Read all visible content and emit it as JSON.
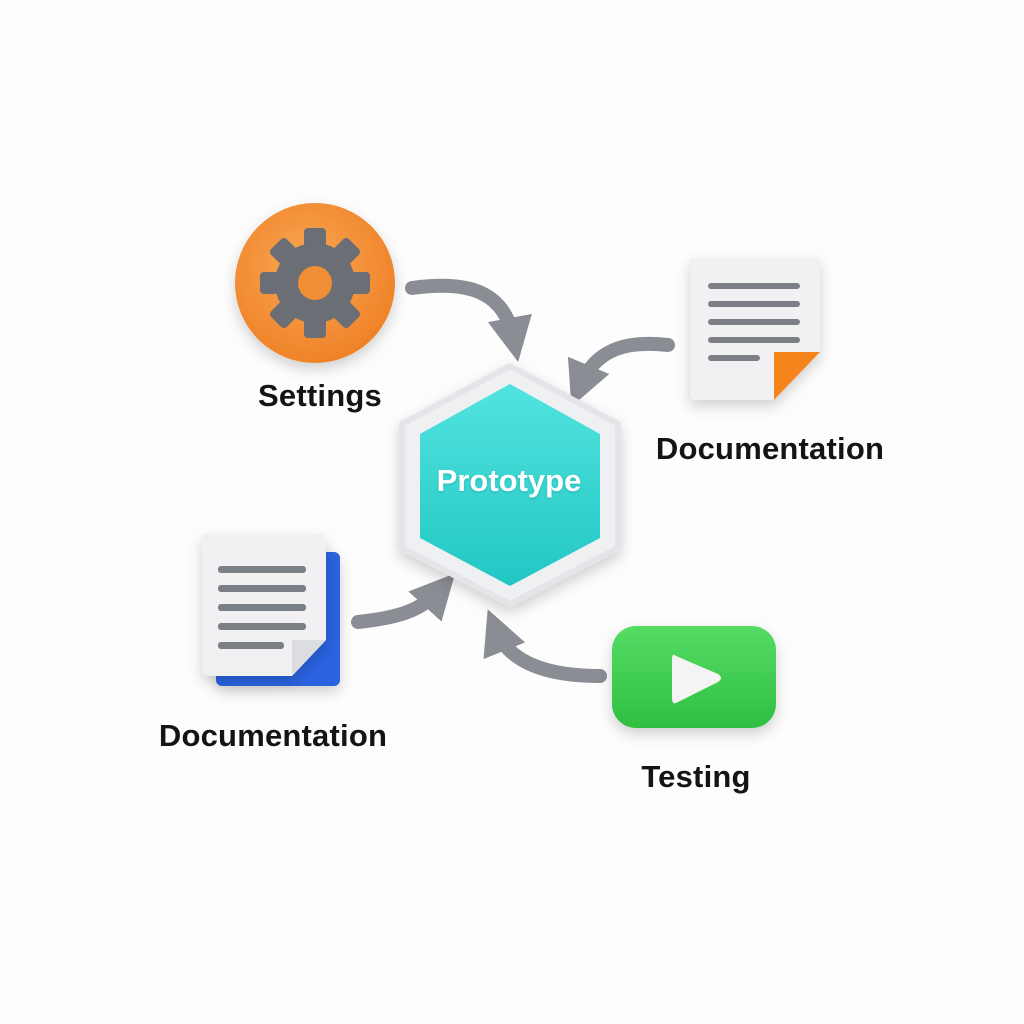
{
  "hub": {
    "label": "Prototype",
    "icon": "hexagon-icon",
    "color": "#2fd6d2"
  },
  "nodes": [
    {
      "label": "Settings",
      "icon": "gear-icon",
      "color": "#f28c33"
    },
    {
      "label": "Documentation",
      "icon": "document-icon",
      "color": "#f5841f"
    },
    {
      "label": "Documentation",
      "icon": "document-icon",
      "color": "#2a63e0"
    },
    {
      "label": "Testing",
      "icon": "play-icon",
      "color": "#3ccf4e"
    }
  ],
  "arrow_color": "#8a8d93"
}
